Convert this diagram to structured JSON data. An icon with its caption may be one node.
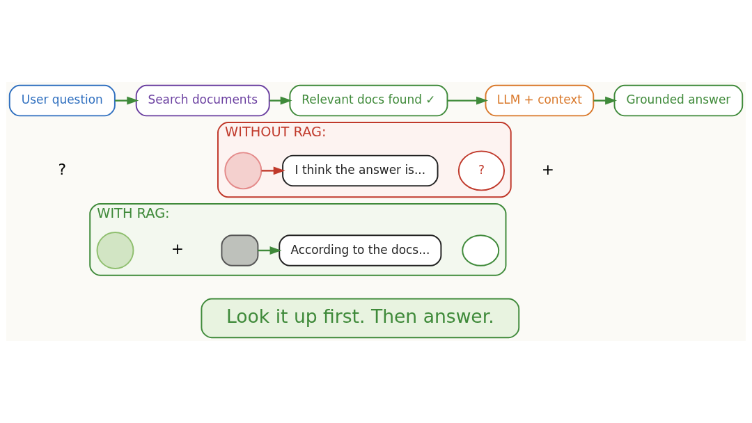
{
  "diagram": {
    "nodes": [
      {
        "text": [
          "User question"
        ]
      },
      {
        "text": [
          "Search documents"
        ]
      },
      {
        "text": [
          "Relevant docs found ✓"
        ]
      },
      {
        "text": [
          "LLM + context"
        ]
      },
      {
        "text": [
          "Grounded answer"
        ]
      },
      {
        "text": [
          "WITHOUT RAG:"
        ]
      },
      {
        "text": [],
        "shape": "circle",
        "in": 5
      },
      {
        "text": [
          "I think the answer is..."
        ],
        "in": 5
      },
      {
        "text": [
          "?"
        ],
        "in": 5
      },
      {
        "text": [
          "WITH RAG:"
        ]
      },
      {
        "text": [],
        "shape": "circle",
        "in": 9
      },
      {
        "text": [],
        "shape": "box",
        "in": 9
      },
      {
        "text": [
          "According to the docs..."
        ],
        "in": 9
      },
      {
        "text": [],
        "shape": "cloud",
        "in": 9
      },
      {
        "text": [
          "Look it up first. Then answer."
        ]
      }
    ],
    "edges": [
      {
        "from": 0,
        "to": 1,
        "arrow": "to"
      },
      {
        "from": 1,
        "to": 2,
        "arrow": "to"
      },
      {
        "from": 2,
        "to": 3,
        "arrow": "to"
      },
      {
        "from": 3,
        "to": 4,
        "arrow": "to"
      },
      {
        "from": 6,
        "to": 7,
        "arrow": "to",
        "color": "#c0392b"
      },
      {
        "from": 11,
        "to": 12,
        "arrow": "to"
      }
    ],
    "labels": [
      "?",
      "+",
      "+"
    ]
  }
}
